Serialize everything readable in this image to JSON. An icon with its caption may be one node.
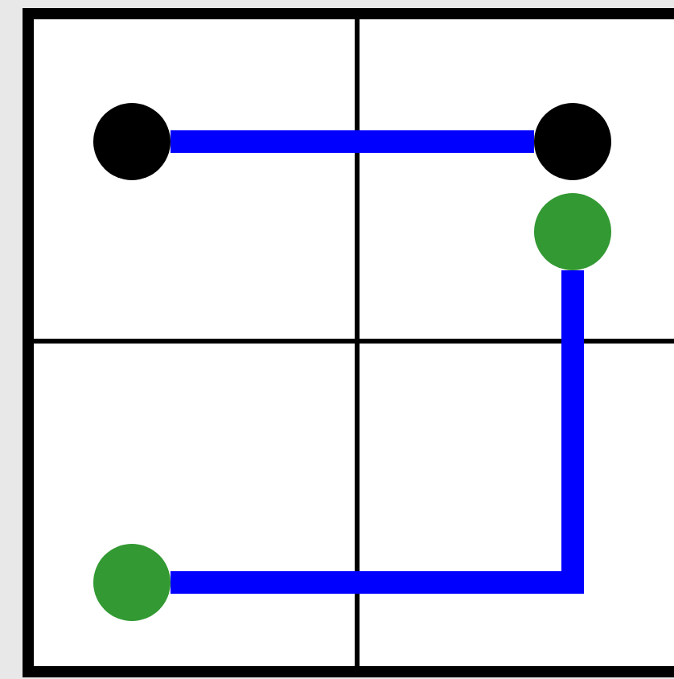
{
  "diagram": {
    "nodes": [
      {
        "text": [],
        "shape": "circle"
      },
      {
        "text": [],
        "shape": "circle"
      },
      {
        "text": [],
        "shape": "circle"
      },
      {
        "text": [],
        "shape": "circle"
      }
    ],
    "edges": [
      {
        "from": 0,
        "to": 1,
        "arrow": "none"
      },
      {
        "from": 2,
        "to": 3,
        "arrow": "none"
      }
    ]
  }
}
